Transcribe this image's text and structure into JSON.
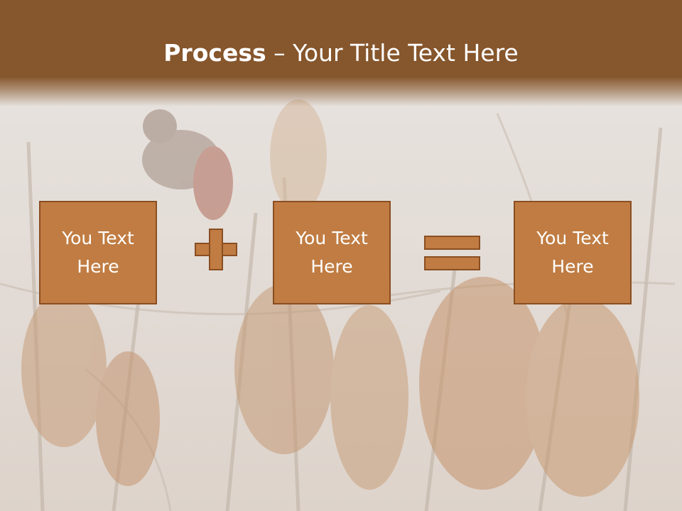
{
  "title": {
    "bold": "Process",
    "dash": " – ",
    "rest": "Your Title Text Here"
  },
  "boxes": [
    {
      "text": "You Text\nHere"
    },
    {
      "text": "You Text\nHere"
    },
    {
      "text": "You Text\nHere"
    }
  ],
  "operators": [
    "plus",
    "equals"
  ],
  "colors": {
    "header": "#86562c",
    "box_fill": "#c07c42",
    "box_border": "#8a4e22",
    "text": "#ffffff"
  }
}
